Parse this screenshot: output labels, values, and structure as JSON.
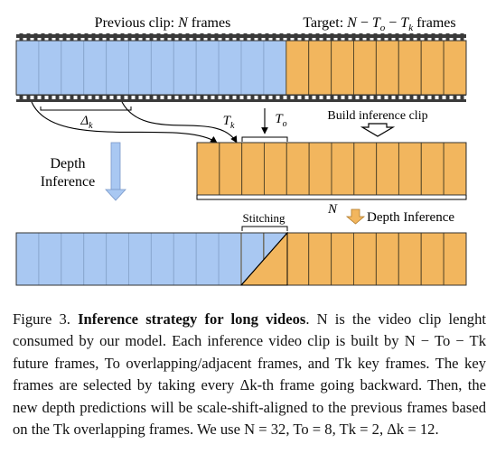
{
  "diagram": {
    "previous_clip_label_text": "Previous clip: ",
    "previous_clip_label_var": "N",
    "previous_clip_label_suffix": " frames",
    "target_label_text": "Target: ",
    "target_label_expr": "N − T",
    "target_label_suffix": " frames",
    "delta_k_label": "Δ",
    "delta_k_sub": "k",
    "t_k_label": "T",
    "t_k_sub": "k",
    "t_o_label": "T",
    "t_o_sub": "o",
    "build_label": "Build inference clip",
    "depth_inference_left_line1": "Depth",
    "depth_inference_left_line2": "Inference",
    "n_label": "N",
    "stitching_label": "Stitching",
    "depth_inference_right": "Depth Inference",
    "colors": {
      "blue": "#a9c8f2",
      "orange": "#f2b65e",
      "film": "#3a3a3a",
      "arrow_blue": "#a9c8f2"
    }
  },
  "caption": {
    "figure_label": "Figure 3.",
    "bold_title": "Inference strategy for long videos",
    "text": ". N is the video clip lenght consumed by our model. Each inference video clip is built by N − To − Tk future frames, To overlapping/adjacent frames, and Tk key frames. The key frames are selected by taking every Δk-th frame going backward. Then, the new depth predictions will be scale-shift-aligned to the previous frames based on the Tk overlapping frames. We use N = 32, To = 8, Tk = 2, Δk = 12."
  }
}
